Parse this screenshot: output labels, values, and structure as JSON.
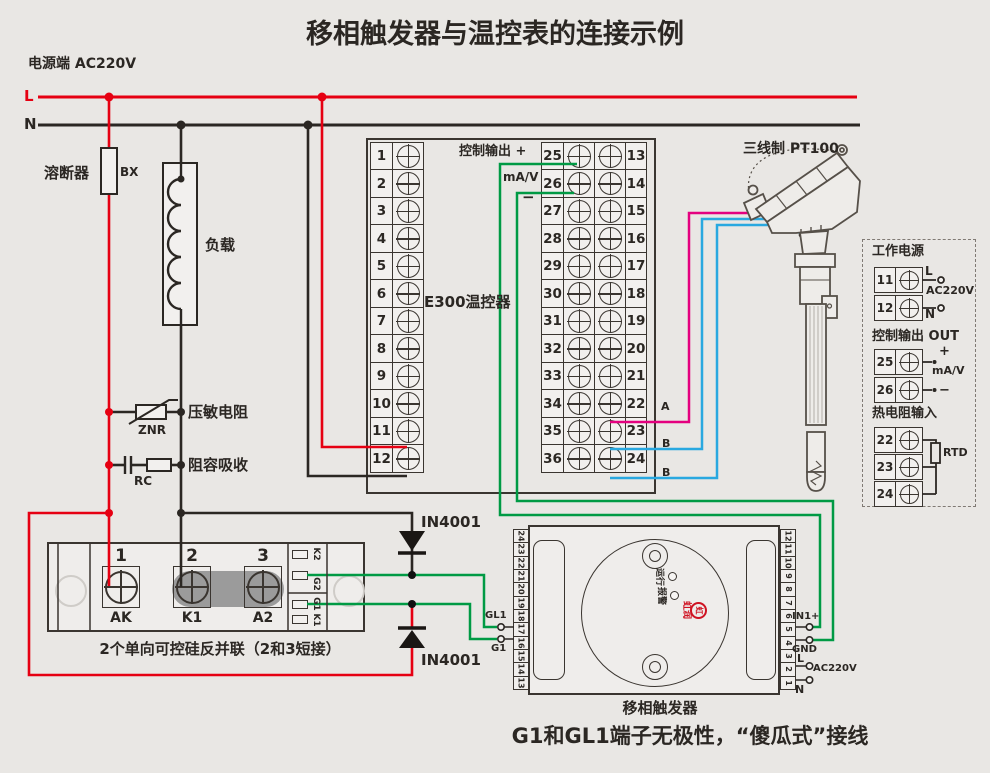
{
  "title": "移相触发器与温控表的连接示例",
  "power": {
    "source_label": "电源端  AC220V",
    "l": "L",
    "n": "N"
  },
  "left_components": {
    "fuse_label": "溶断器",
    "fuse_model": "BX",
    "load_label": "负载",
    "varistor_label": "压敏电阻",
    "varistor_model": "ZNR",
    "snubber_label": "阻容吸收",
    "snubber_model": "RC",
    "diode_top": "IN4001",
    "diode_bottom": "IN4001"
  },
  "e300": {
    "name": "E300温控器",
    "annotation_plus": "控制输出 +",
    "annotation_unit": "mA/V",
    "annotation_minus": "−",
    "left_terminals": [
      "1",
      "2",
      "3",
      "4",
      "5",
      "6",
      "7",
      "8",
      "9",
      "10",
      "11",
      "12"
    ],
    "right_rows": [
      {
        "a": "25",
        "b": "13"
      },
      {
        "a": "26",
        "b": "14"
      },
      {
        "a": "27",
        "b": "15"
      },
      {
        "a": "28",
        "b": "16"
      },
      {
        "a": "29",
        "b": "17"
      },
      {
        "a": "30",
        "b": "18"
      },
      {
        "a": "31",
        "b": "19"
      },
      {
        "a": "32",
        "b": "20"
      },
      {
        "a": "33",
        "b": "21"
      },
      {
        "a": "34",
        "b": "22"
      },
      {
        "a": "35",
        "b": "23"
      },
      {
        "a": "36",
        "b": "24"
      }
    ],
    "wire_a": "A",
    "wire_b1": "B",
    "wire_b2": "B"
  },
  "pt100": {
    "label": "三线制 PT100"
  },
  "scr": {
    "terminals": [
      {
        "num": "1",
        "name": "AK"
      },
      {
        "num": "2",
        "name": "K1"
      },
      {
        "num": "3",
        "name": "A2"
      }
    ],
    "gate_labels": [
      "K2",
      "G2",
      "G1",
      "K1"
    ],
    "caption": "2个单向可控硅反并联（2和3短接）"
  },
  "trigger": {
    "name": "移相触发器",
    "left_strip": [
      "24",
      "23",
      "22",
      "21",
      "20",
      "19",
      "18",
      "17",
      "16",
      "15",
      "14",
      "13"
    ],
    "right_strip": [
      "12",
      "11",
      "10",
      "9",
      "8",
      "7",
      "6",
      "5",
      "4",
      "3",
      "2",
      "1"
    ],
    "gl1": "GL1",
    "g1": "G1",
    "in1": "IN1+",
    "gnd": "GND",
    "l": "L",
    "n": "N",
    "ac": "AC220V",
    "led_run": "运行",
    "led_alarm": "报警",
    "brand": "虹润",
    "brand_mark": "虹"
  },
  "inset": {
    "power": {
      "title": "工作电源",
      "t1": "11",
      "t2": "12",
      "l": "L",
      "ac": "AC220V",
      "n": "N"
    },
    "output": {
      "title": "控制输出 OUT",
      "t1": "25",
      "t2": "26",
      "plus": "+",
      "unit": "mA/V",
      "minus": "−"
    },
    "rtd": {
      "title": "热电阻输入",
      "t1": "22",
      "t2": "23",
      "t3": "24",
      "label": "RTD"
    }
  },
  "footer": "G1和GL1端子无极性，“傻瓜式”接线",
  "colors": {
    "line_live": "#e60012",
    "line_neutral": "#2b2723",
    "wire_signal": "#009a44",
    "wire_a": "#e4007f",
    "wire_b": "#29a8e0",
    "background": "#e9e7e4"
  }
}
